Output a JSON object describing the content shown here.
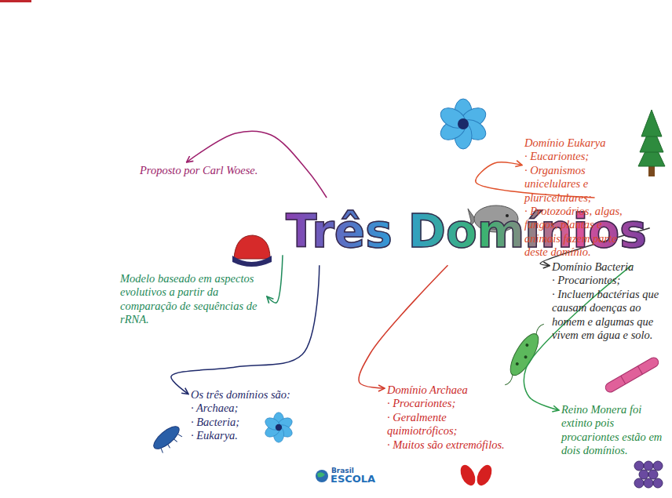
{
  "diagram": {
    "nodes": [
      {
        "text": [
          "Três Domínios"
        ]
      },
      {
        "text": [
          "Proposto por Carl Woese."
        ]
      },
      {
        "text": [
          "Domínio Eukarya",
          "· Eucariontes;",
          "· Organismos unicelulares e pluricelulares;",
          "· Protozoários, algas, fungos, plantas e animais fazem parte deste domínio."
        ]
      },
      {
        "text": [
          "Modelo baseado em aspectos evolutivos a partir da comparação de sequências de rRNA."
        ]
      },
      {
        "text": [
          "Domínio Bacteria",
          "· Procariontes;",
          "· Incluem bactérias que causam doenças ao homem e algumas que vivem em água e solo."
        ]
      },
      {
        "text": [
          "Os três domínios são:",
          "· Archaea;",
          "· Bacteria;",
          "· Eukarya."
        ]
      },
      {
        "text": [
          "Domínio Archaea",
          "· Procariontes;",
          "· Geralmente quimiotróficos;",
          "· Muitos são extremófilos."
        ]
      },
      {
        "text": [
          "Reino Monera foi extinto pois procariontes estão em dois domínios."
        ]
      }
    ],
    "edges": [
      {
        "from": 0,
        "to": 1,
        "arrow": "to"
      },
      {
        "from": 0,
        "to": 2,
        "arrow": "to"
      },
      {
        "from": 0,
        "to": 3,
        "arrow": "to"
      },
      {
        "from": 0,
        "to": 4,
        "arrow": "to"
      },
      {
        "from": 0,
        "to": 5,
        "arrow": "to"
      },
      {
        "from": 0,
        "to": 6,
        "arrow": "to"
      },
      {
        "from": 0,
        "to": 7,
        "arrow": "to"
      }
    ],
    "labels": [
      "Brasil",
      "ESCOLA"
    ]
  }
}
